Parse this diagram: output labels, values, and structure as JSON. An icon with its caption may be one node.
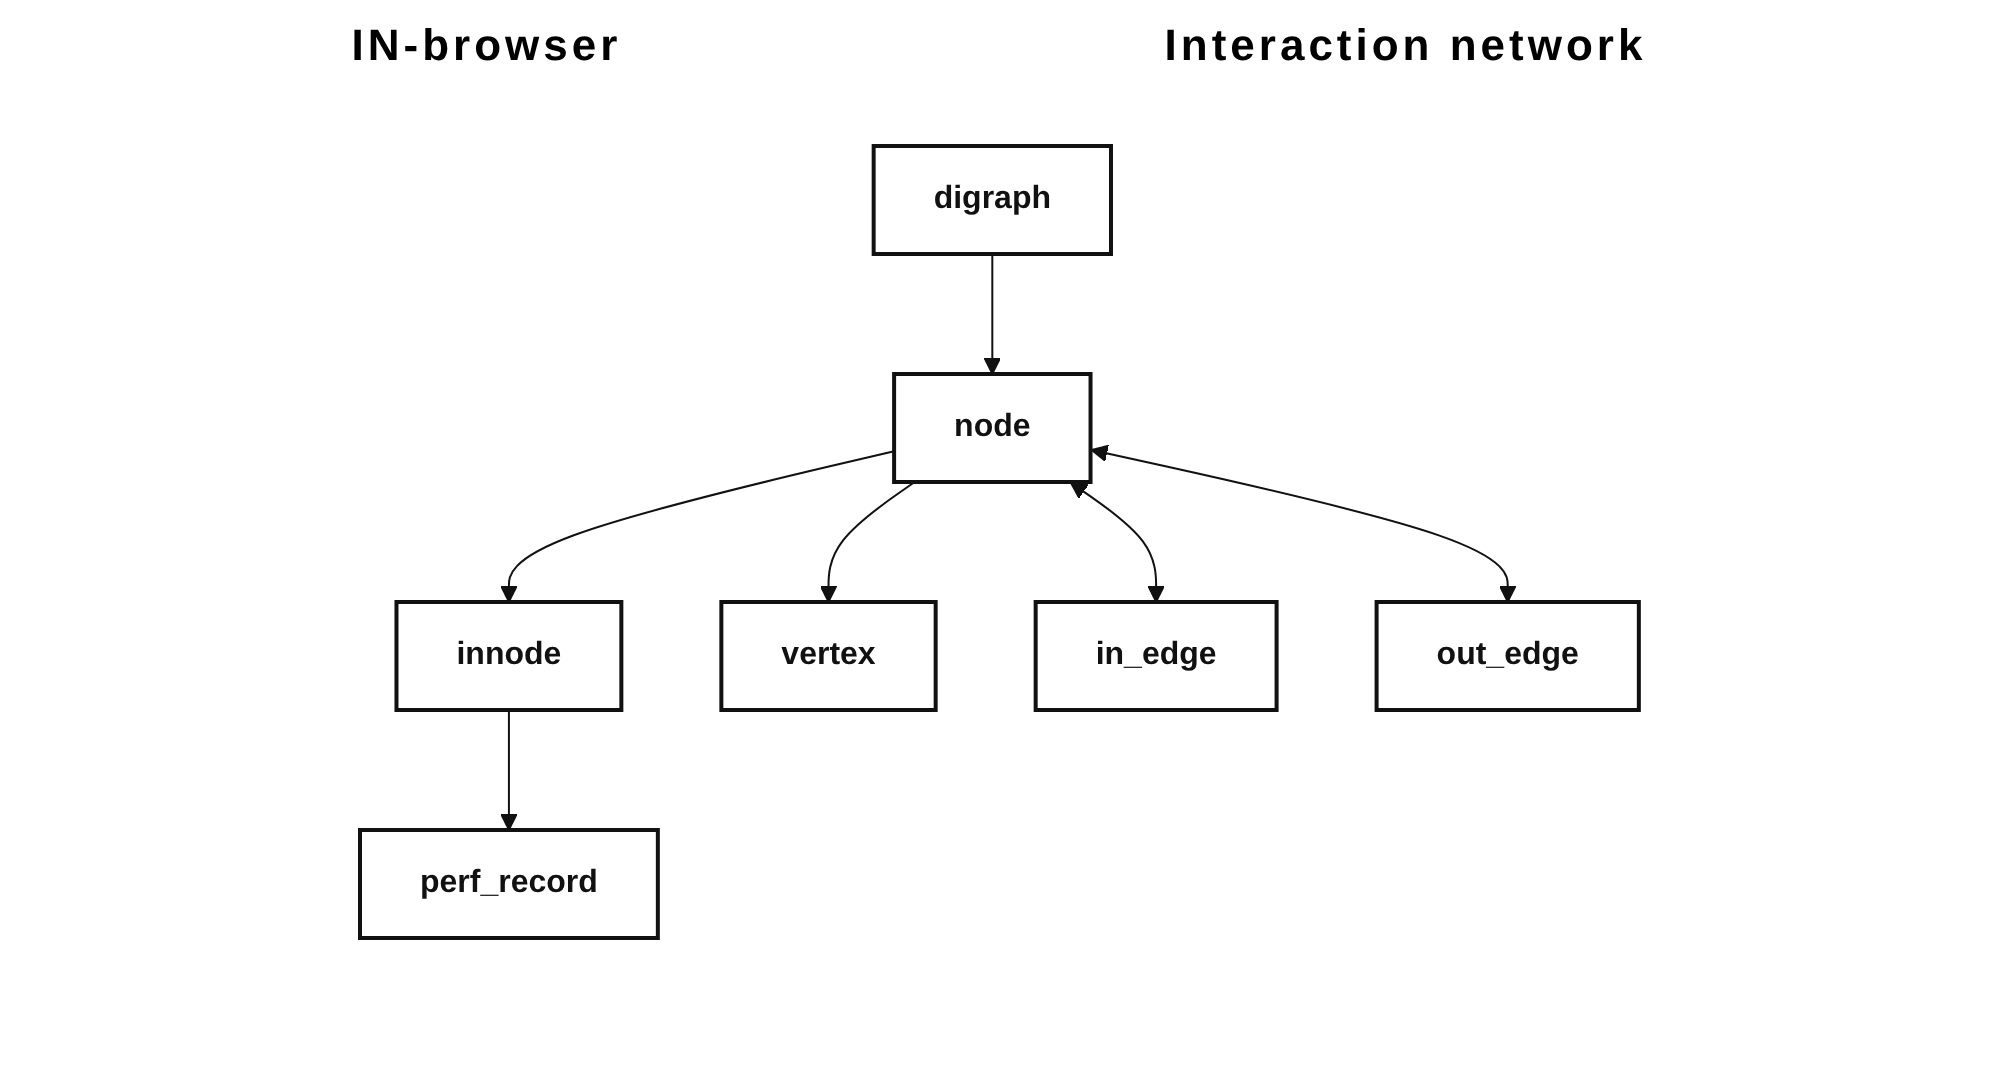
{
  "diagram": {
    "nodes": [
      {
        "text": [
          "digraph"
        ]
      },
      {
        "text": [
          "node"
        ]
      },
      {
        "text": [
          "innode"
        ]
      },
      {
        "text": [
          "vertex"
        ]
      },
      {
        "text": [
          "in_edge"
        ]
      },
      {
        "text": [
          "out_edge"
        ]
      },
      {
        "text": [
          "perf_record"
        ]
      }
    ],
    "edges": [
      {
        "from": 0,
        "to": 1,
        "arrow": "to"
      },
      {
        "from": 1,
        "to": 2,
        "arrow": "to"
      },
      {
        "from": 1,
        "to": 3,
        "arrow": "to"
      },
      {
        "from": 1,
        "to": 4,
        "arrow": "both"
      },
      {
        "from": 1,
        "to": 5,
        "arrow": "both"
      },
      {
        "from": 2,
        "to": 6,
        "arrow": "to"
      }
    ],
    "labels": [
      "IN-browser",
      "Interaction network"
    ]
  }
}
